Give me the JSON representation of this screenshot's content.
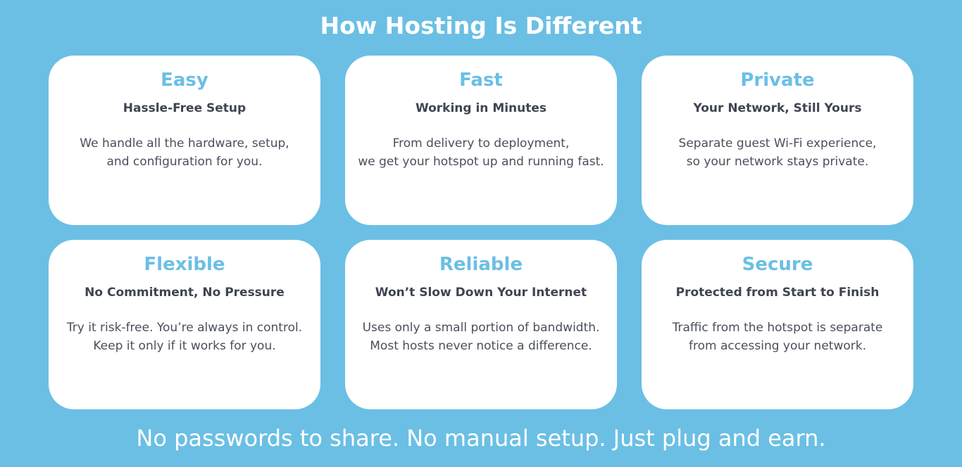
{
  "header": {
    "title": "How Hosting Is Different"
  },
  "cards": [
    {
      "title": "Easy",
      "subtitle": "Hassle-Free Setup",
      "body_line1": "We handle all the hardware, setup,",
      "body_line2": "and configuration for you."
    },
    {
      "title": "Fast",
      "subtitle": "Working in Minutes",
      "body_line1": "From delivery to deployment,",
      "body_line2": "we get your hotspot up and running fast."
    },
    {
      "title": "Private",
      "subtitle": "Your Network, Still Yours",
      "body_line1": "Separate guest Wi-Fi experience,",
      "body_line2": "so your network stays private."
    },
    {
      "title": "Flexible",
      "subtitle": "No Commitment, No Pressure",
      "body_line1": "Try it risk-free. You’re always in control.",
      "body_line2": "Keep it only if it works for you."
    },
    {
      "title": "Reliable",
      "subtitle": "Won’t Slow Down Your Internet",
      "body_line1": "Uses only a small portion of bandwidth.",
      "body_line2": "Most hosts never notice a difference."
    },
    {
      "title": "Secure",
      "subtitle": "Protected from Start to Finish",
      "body_line1": "Traffic from the hotspot is separate",
      "body_line2": "from accessing your network."
    }
  ],
  "footer": {
    "tagline": "No passwords to share. No manual setup. Just plug and earn."
  },
  "colors": {
    "background": "#6bbfe4",
    "card_background": "#ffffff",
    "accent": "#6bbfe4",
    "subtitle_text": "#3f4452",
    "body_text": "#4a4f5c"
  }
}
